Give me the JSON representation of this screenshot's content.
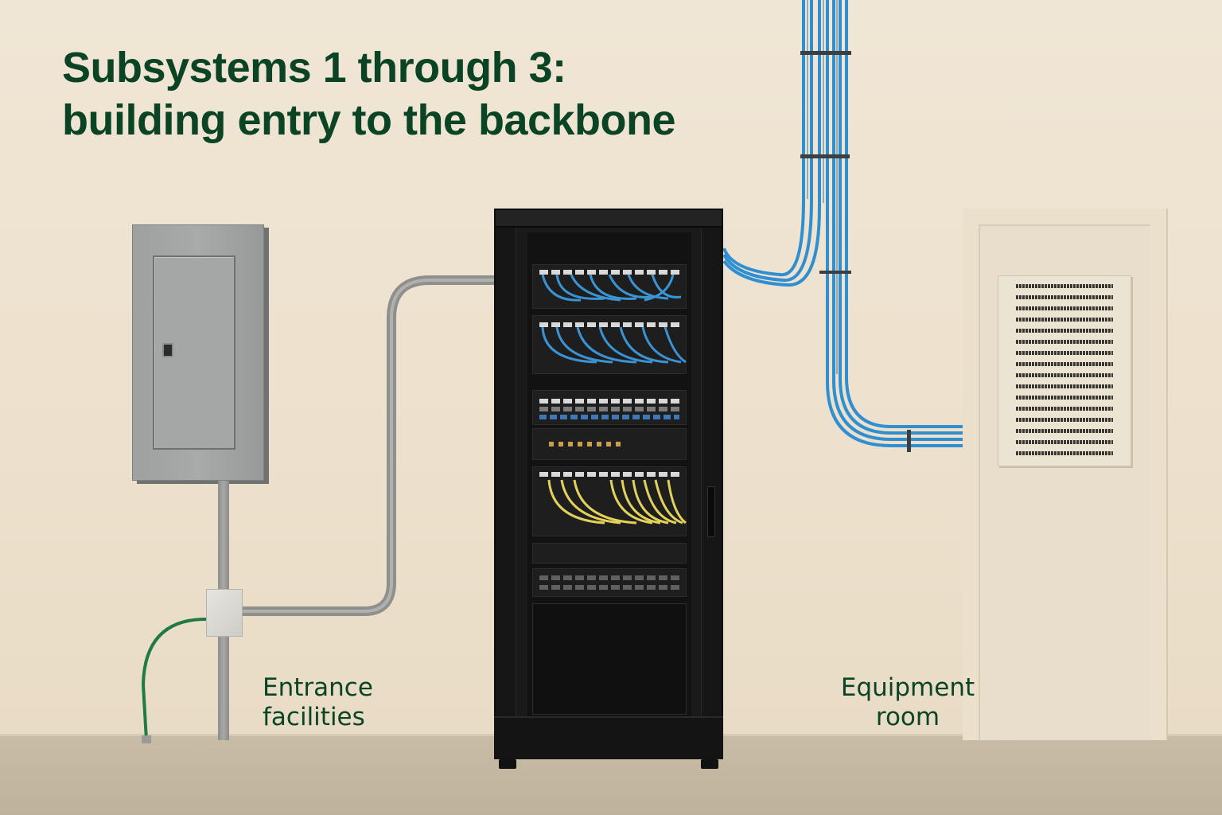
{
  "title": {
    "line1": "Subsystems 1 through 3:",
    "line2": "building entry to the backbone",
    "color": "#0b4424"
  },
  "labels": {
    "entrance": {
      "line1": "Entrance",
      "line2": "facilities"
    },
    "equipment": {
      "line1": "Equipment",
      "line2": "room"
    }
  },
  "scene": {
    "elements": [
      {
        "id": "electrical-panel",
        "description": "Grey wall-mounted utility/entrance enclosure with latch"
      },
      {
        "id": "conduit",
        "description": "Grey conduit from enclosure through junction box, curving into rack"
      },
      {
        "id": "ground-wire",
        "description": "Green grounding wire from junction box to floor"
      },
      {
        "id": "equipment-rack",
        "description": "Black floor-standing rack with two patch panels (blue cords), switches, amber-cord panel, empty bays"
      },
      {
        "id": "backbone-cable-bundle",
        "description": "Blue cable bundle running from ceiling, into rack top, and to cross-connect"
      },
      {
        "id": "cross-connect",
        "description": "Wall-mounted punch-down block inside door frame"
      }
    ],
    "colors": {
      "wall": "#efe4d2",
      "floor": "#c4b7a0",
      "cable_blue": "#2f8fd0",
      "patch_yellow": "#e3d25a",
      "rack": "#1a1a1a",
      "panel_grey": "#a4a7a5",
      "ground_green": "#1f7a45"
    }
  }
}
